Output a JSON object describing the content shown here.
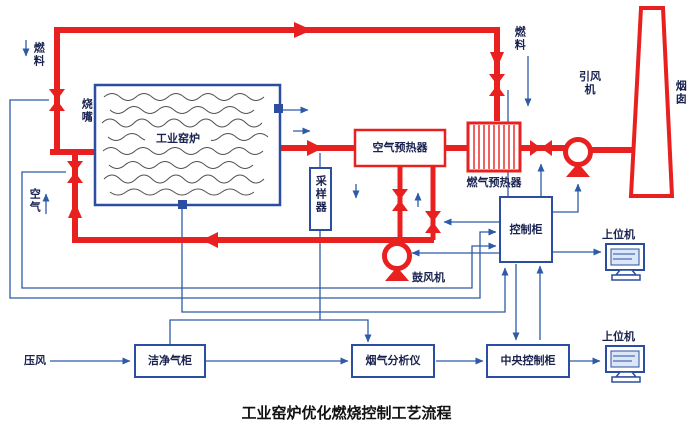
{
  "title": "工业窑炉优化燃烧控制工艺流程",
  "colors": {
    "pipe_red": "#e8201f",
    "signal_blue": "#2e5ba8",
    "box_border_blue": "#2b4ea0",
    "text": "#1a2350"
  },
  "labels": {
    "fuel_left": "燃料",
    "burner": "烧嘴",
    "kiln": "工业窑炉",
    "air": "空气",
    "sampler": "采样器",
    "air_preheater": "空气预热器",
    "gas_preheater": "燃气预热器",
    "fuel_right": "燃料",
    "induced_draft_fan": "引风机",
    "chimney": "烟囱",
    "blower": "鼓风机",
    "control_cabinet": "控制柜",
    "host_computer_top": "上位机",
    "host_computer_bottom": "上位机",
    "compressed_air": "压风",
    "clean_gas_cabinet": "洁净气柜",
    "flue_gas_analyzer": "烟气分析仪",
    "central_control_cabinet": "中央控制柜"
  },
  "symbols": {
    "valve": "red bowtie valve",
    "fan": "red circle with triangle stand",
    "host_computer": "blue monitor icon",
    "sensor": "small blue square",
    "flow_arrow": "triangle arrowhead"
  }
}
